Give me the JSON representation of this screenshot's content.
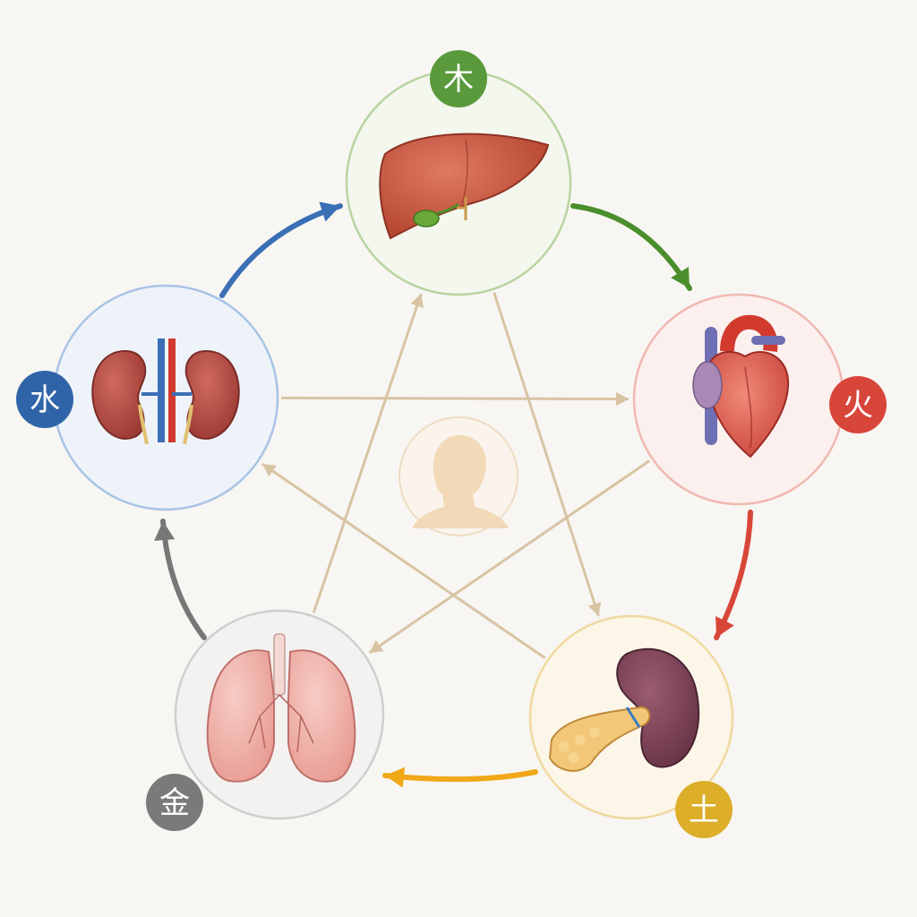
{
  "elements": [
    {
      "id": "wood",
      "char": "木",
      "organ": "liver",
      "color": "#5a9a3c",
      "ring": "#b8d4a0",
      "fill": "#f3f7ee"
    },
    {
      "id": "fire",
      "char": "火",
      "organ": "heart",
      "color": "#d8463a",
      "ring": "#f0b8b0",
      "fill": "#fbf0ee"
    },
    {
      "id": "earth",
      "char": "土",
      "organ": "spleen-pancreas",
      "color": "#dcae2a",
      "ring": "#f0d9a0",
      "fill": "#fcf6e8"
    },
    {
      "id": "metal",
      "char": "金",
      "organ": "lungs",
      "color": "#7a7a7a",
      "ring": "#cfcfcf",
      "fill": "#f3f2f1"
    },
    {
      "id": "water",
      "char": "水",
      "organ": "kidneys",
      "color": "#2f64a8",
      "ring": "#a9c3e6",
      "fill": "#eef3fa"
    }
  ],
  "colors": {
    "generating_arrows": [
      "#4a8f2c",
      "#d8463a",
      "#f0a818",
      "#777777",
      "#3a6fb5"
    ],
    "controlling_lines": "#d8c4a4",
    "center_figure": "#f2d9b8"
  }
}
